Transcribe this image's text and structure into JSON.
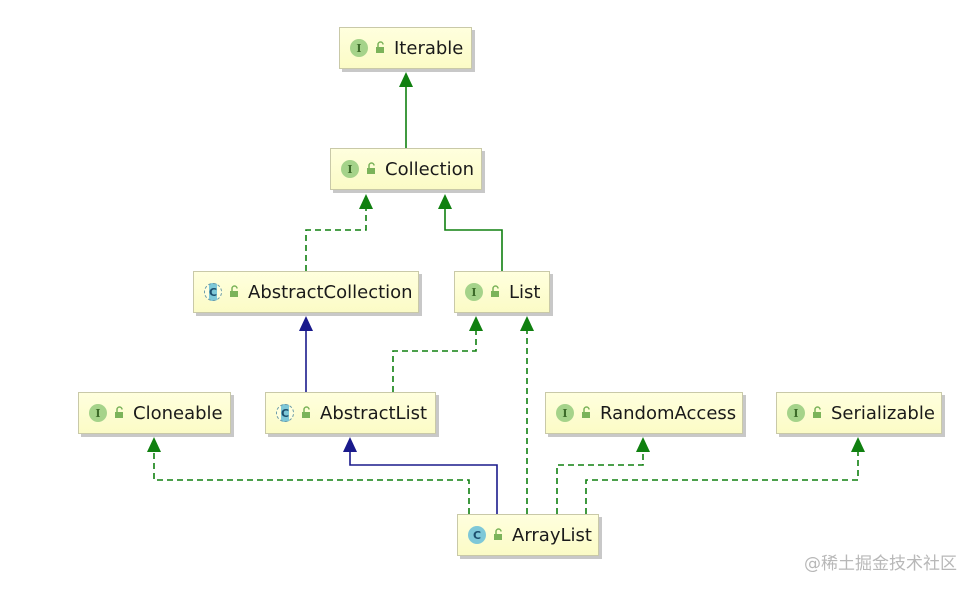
{
  "nodes": {
    "iterable": {
      "label": "Iterable",
      "kind": "interface",
      "badge": "I"
    },
    "collection": {
      "label": "Collection",
      "kind": "interface",
      "badge": "I"
    },
    "abstract_collection": {
      "label": "AbstractCollection",
      "kind": "abstract",
      "badge": "C"
    },
    "list": {
      "label": "List",
      "kind": "interface",
      "badge": "I"
    },
    "cloneable": {
      "label": "Cloneable",
      "kind": "interface",
      "badge": "I"
    },
    "abstract_list": {
      "label": "AbstractList",
      "kind": "abstract",
      "badge": "C"
    },
    "random_access": {
      "label": "RandomAccess",
      "kind": "interface",
      "badge": "I"
    },
    "serializable": {
      "label": "Serializable",
      "kind": "interface",
      "badge": "I"
    },
    "array_list": {
      "label": "ArrayList",
      "kind": "class",
      "badge": "C"
    }
  },
  "edges": [
    {
      "from": "collection",
      "to": "iterable",
      "type": "extends-interface"
    },
    {
      "from": "abstract_collection",
      "to": "collection",
      "type": "implements"
    },
    {
      "from": "list",
      "to": "collection",
      "type": "extends-interface"
    },
    {
      "from": "abstract_list",
      "to": "abstract_collection",
      "type": "extends-class"
    },
    {
      "from": "abstract_list",
      "to": "list",
      "type": "implements"
    },
    {
      "from": "array_list",
      "to": "cloneable",
      "type": "implements"
    },
    {
      "from": "array_list",
      "to": "abstract_list",
      "type": "extends-class"
    },
    {
      "from": "array_list",
      "to": "list",
      "type": "implements"
    },
    {
      "from": "array_list",
      "to": "random_access",
      "type": "implements"
    },
    {
      "from": "array_list",
      "to": "serializable",
      "type": "implements"
    }
  ],
  "colors": {
    "interface_edge": "#108010",
    "class_edge": "#1a1a8c",
    "node_fill": "#ffffde"
  },
  "watermark": "@稀土掘金技术社区"
}
